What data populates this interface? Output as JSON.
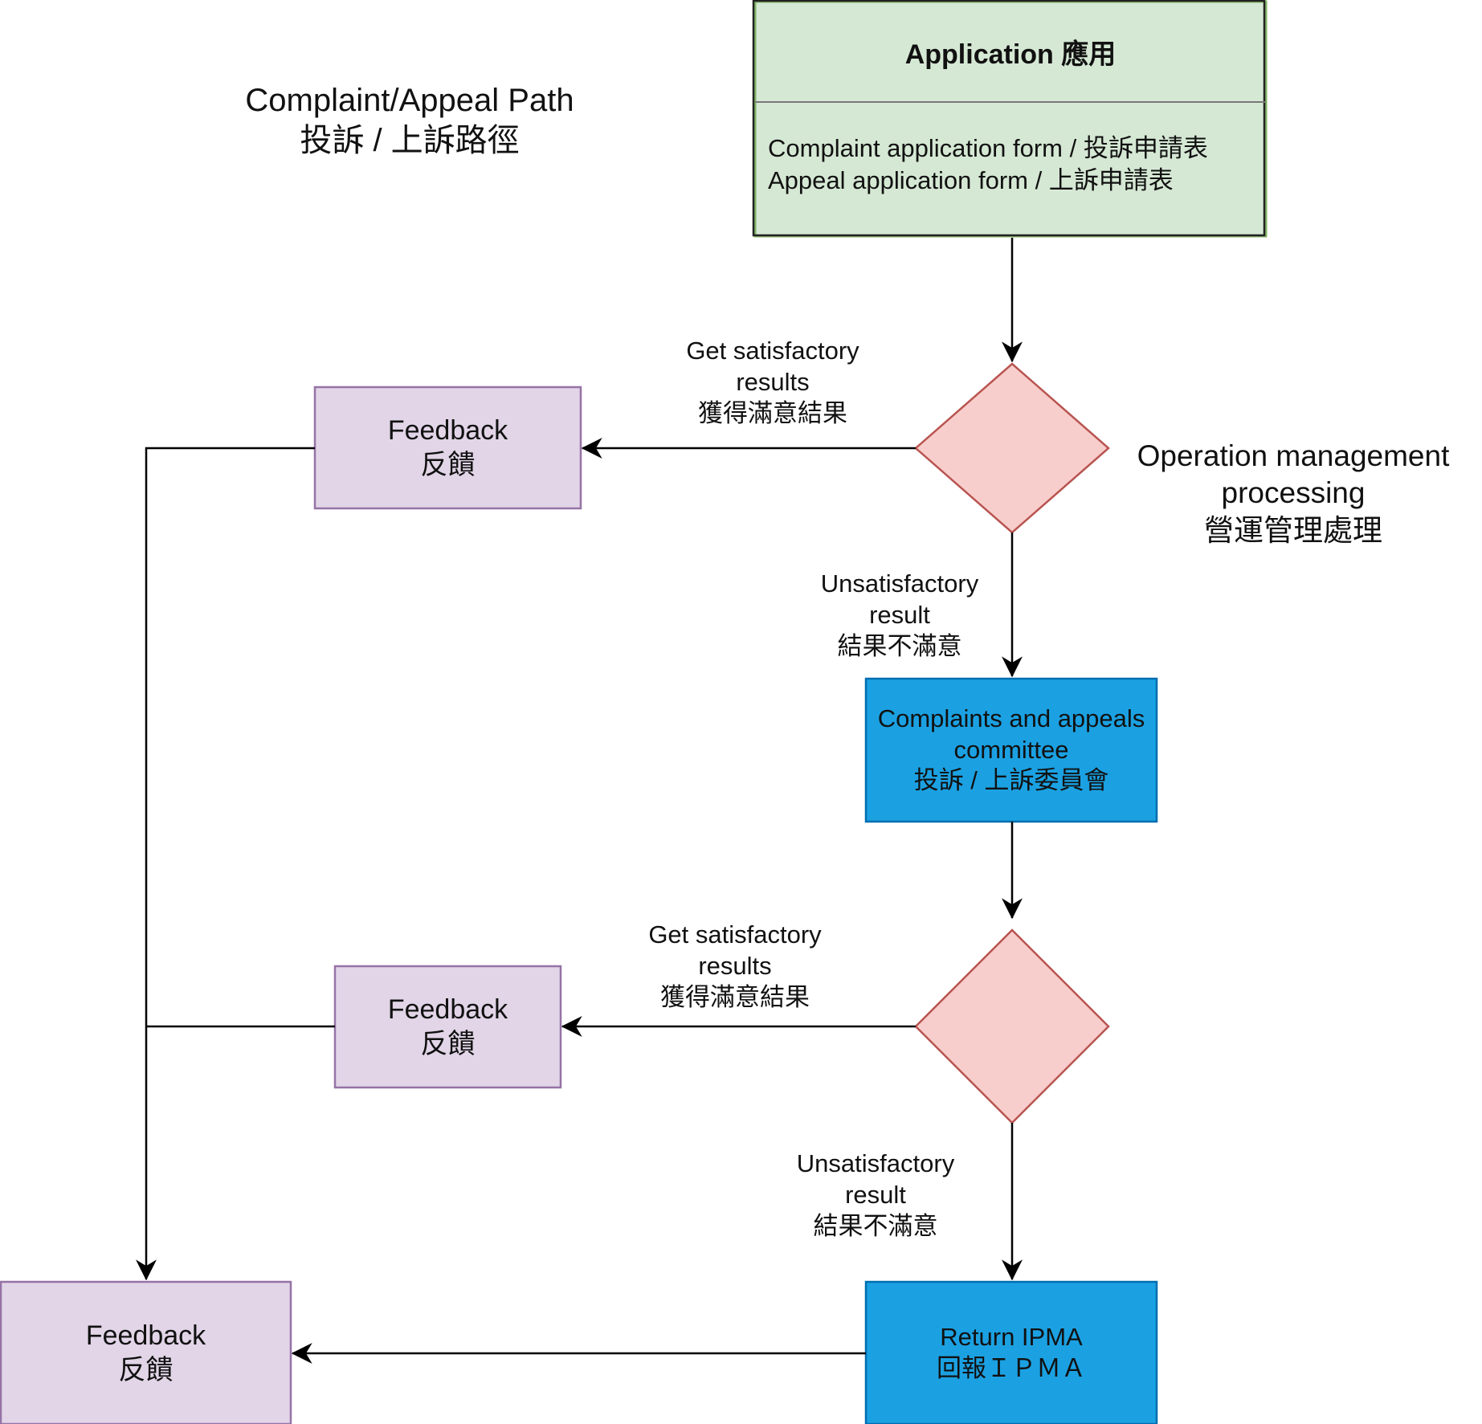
{
  "title": {
    "en": "Complaint/Appeal Path",
    "zh": "投訴 / 上訴路徑"
  },
  "application": {
    "header": "Application 應用",
    "lines": [
      "Complaint application form / 投訴申請表",
      "Appeal application form / 上訴申請表"
    ]
  },
  "decision_1": {
    "side_label": [
      "Operation management",
      "processing",
      "營運管理處理"
    ],
    "satisfactory": [
      "Get satisfactory",
      "results",
      "獲得滿意結果"
    ],
    "unsatisfactory": [
      "Unsatisfactory",
      "result",
      "結果不滿意"
    ]
  },
  "decision_2": {
    "satisfactory": [
      "Get satisfactory",
      "results",
      "獲得滿意結果"
    ],
    "unsatisfactory": [
      "Unsatisfactory",
      "result",
      "結果不滿意"
    ]
  },
  "feedback_1": {
    "en": "Feedback",
    "zh": "反饋"
  },
  "feedback_2": {
    "en": "Feedback",
    "zh": "反饋"
  },
  "feedback_final": {
    "en": "Feedback",
    "zh": "反饋"
  },
  "committee": {
    "lines": [
      "Complaints and appeals",
      "committee",
      "投訴 / 上訴委員會"
    ]
  },
  "return_ipma": {
    "lines": [
      "Return IPMA",
      "回報ＩＰＭＡ"
    ]
  },
  "colors": {
    "application_fill": "#d5e8d4",
    "application_stroke": "#82b366",
    "decision_fill": "#f8cecc",
    "decision_stroke": "#b85450",
    "feedback_fill": "#e1d5e7",
    "feedback_stroke": "#9673a6",
    "process_fill": "#1ba1e2",
    "process_stroke": "#006eaf",
    "edge": "#000000"
  }
}
